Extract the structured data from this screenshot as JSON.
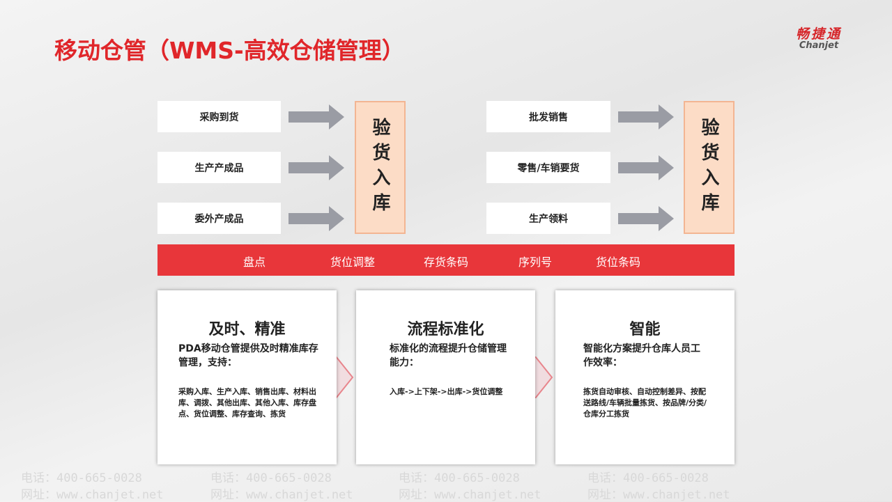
{
  "watermark": {
    "phone": "电话：400-665-0028",
    "site": "网址：www.chanjet.net"
  },
  "title": "移动仓管（WMS-高效仓储管理）",
  "logo": {
    "cn": "畅捷通",
    "en": "Chanjet"
  },
  "inbound": {
    "sources": [
      "采购到货",
      "生产产成品",
      "委外产成品"
    ],
    "target": "验货入库"
  },
  "outbound": {
    "sources": [
      "批发销售",
      "零售/车销要货",
      "生产领料"
    ],
    "target": "验货入库"
  },
  "bar_items": [
    "盘点",
    "货位调整",
    "存货条码",
    "序列号",
    "货位条码"
  ],
  "cards": [
    {
      "title": "及时、精准",
      "desc": "PDA移动仓管提供及时精准库存管理，支持：",
      "list": "采购入库、生产入库、销售出库、材料出库、调拨、其他出库、其他入库、库存盘点、货位调整、库存查询、拣货"
    },
    {
      "title": "流程标准化",
      "desc": "标准化的流程提升仓储管理能力：",
      "list": "入库->上下架->出库->货位调整"
    },
    {
      "title": "智能",
      "desc": "智能化方案提升仓库人员工作效率：",
      "list": "拣货自动审核、自动控制差异、按配送路线/车辆批量拣货、按品牌/分类/仓库分工拣货"
    }
  ],
  "colors": {
    "accent": "#e8363a",
    "title": "#e0262a",
    "target_fill": "#fcdcc6"
  }
}
